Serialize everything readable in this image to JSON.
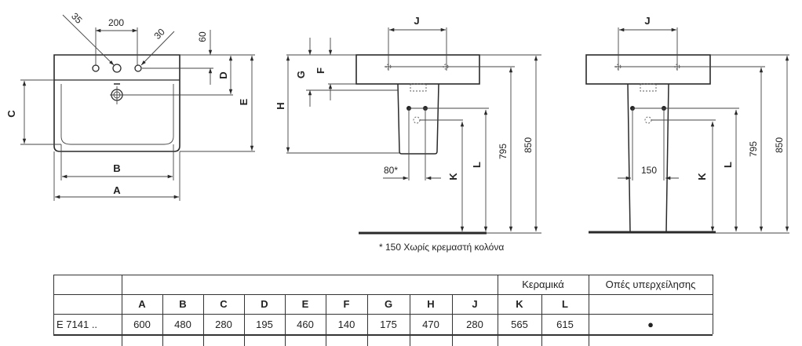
{
  "drawing_top": {
    "dim_200": "200",
    "dim_35": "35",
    "dim_30": "30",
    "dim_60": "60",
    "A": "A",
    "B": "B",
    "C": "C",
    "D": "D",
    "E": "E"
  },
  "drawing_side_wall": {
    "J": "J",
    "G": "G",
    "F": "F",
    "H": "H",
    "K": "K",
    "L": "L",
    "dim_80": "80*",
    "dim_795": "795",
    "dim_850": "850"
  },
  "drawing_side_pedestal": {
    "J": "J",
    "K": "K",
    "L": "L",
    "dim_150": "150",
    "dim_795": "795",
    "dim_850": "850"
  },
  "footnote": "* 150 Χωρίς κρεμαστή κολόνα",
  "table": {
    "group_headers": {
      "ceramic": "Κεραμικά",
      "overflow": "Οπές υπερχείλησης"
    },
    "columns": [
      "A",
      "B",
      "C",
      "D",
      "E",
      "F",
      "G",
      "H",
      "J",
      "K",
      "L"
    ],
    "rows": [
      {
        "model": "E 7141 ..",
        "values": [
          "600",
          "480",
          "280",
          "195",
          "460",
          "140",
          "175",
          "470",
          "280",
          "565",
          "615"
        ],
        "overflow": "●"
      }
    ]
  }
}
